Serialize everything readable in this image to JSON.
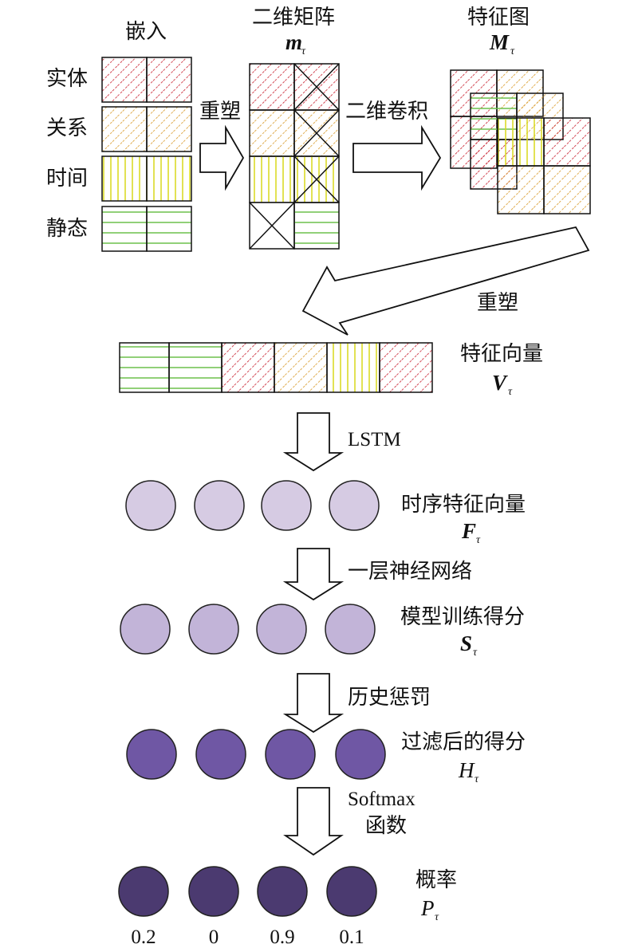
{
  "labels": {
    "embedding": "嵌入",
    "matrix2d": "二维矩阵",
    "matrix2d_sym": "m",
    "featmap": "特征图",
    "featmap_sym": "M",
    "tau": "τ",
    "row_entity": "实体",
    "row_relation": "关系",
    "row_time": "时间",
    "row_static": "静态",
    "reshape1": "重塑",
    "conv2d": "二维卷积",
    "reshape2": "重塑",
    "featvec": "特征向量",
    "featvec_sym": "V",
    "lstm": "LSTM",
    "tempvec": "时序特征向量",
    "tempvec_sym": "F",
    "onelayer": "一层神经网络",
    "score": "模型训练得分",
    "score_sym": "S",
    "penalty": "历史惩罚",
    "filtered": "过滤后的得分",
    "filtered_sym": "H",
    "softmax": "Softmax",
    "func": "函数",
    "prob": "概率",
    "prob_sym": "P"
  },
  "probabilities": [
    "0.2",
    "0",
    "0.9",
    "0.1"
  ],
  "colors": {
    "entity": "#c8202f",
    "relation": "#d89a2a",
    "time": "#d8d81a",
    "static": "#6cc04a",
    "temporal_nodes": "#d6cbe3",
    "score_nodes": "#c2b4d8",
    "filtered_nodes": "#6f57a4",
    "prob_nodes": "#4b3a70"
  }
}
